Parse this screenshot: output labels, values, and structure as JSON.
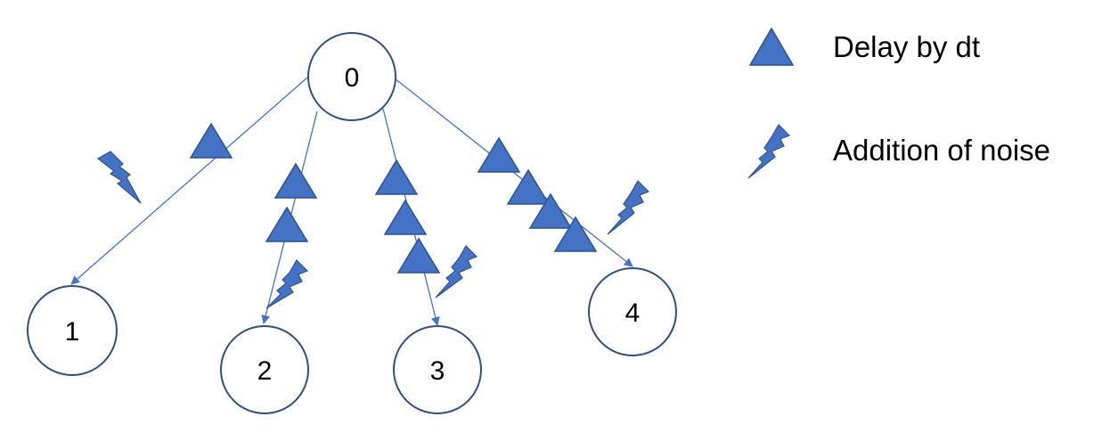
{
  "nodes": [
    {
      "id": "0",
      "label": "0"
    },
    {
      "id": "1",
      "label": "1"
    },
    {
      "id": "2",
      "label": "2"
    },
    {
      "id": "3",
      "label": "3"
    },
    {
      "id": "4",
      "label": "4"
    }
  ],
  "edges": [
    {
      "from": "0",
      "to": "1",
      "delays": 1,
      "noise": 1
    },
    {
      "from": "0",
      "to": "2",
      "delays": 2,
      "noise": 1
    },
    {
      "from": "0",
      "to": "3",
      "delays": 3,
      "noise": 1
    },
    {
      "from": "0",
      "to": "4",
      "delays": 4,
      "noise": 1
    }
  ],
  "legend": {
    "delay_label": "Delay by dt",
    "noise_label": "Addition of noise"
  },
  "colors": {
    "symbol_fill": "#4472c4",
    "symbol_stroke": "#2f528f",
    "edge": "#4472c4",
    "node_stroke": "#2f4f7f"
  }
}
